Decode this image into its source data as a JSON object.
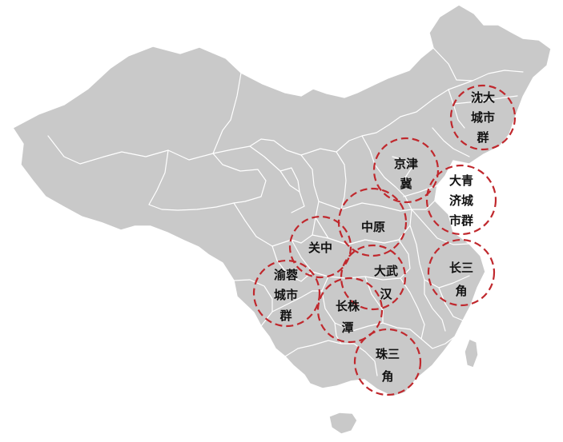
{
  "map": {
    "colors": {
      "land": "#c9c9c9",
      "boundary": "#ffffff",
      "cluster_ring": "#c0282d",
      "label": "#111111"
    },
    "clusters": [
      {
        "id": "shenyang-dalian",
        "lines": [
          "沈大",
          "城市",
          "群"
        ]
      },
      {
        "id": "jing-jin-ji",
        "lines": [
          "京津",
          "冀"
        ]
      },
      {
        "id": "jinan-qingdao",
        "lines": [
          "大青",
          "济城",
          "市群"
        ]
      },
      {
        "id": "zhongyuan",
        "lines": [
          "中原"
        ]
      },
      {
        "id": "guanzhong",
        "lines": [
          "关中"
        ]
      },
      {
        "id": "wuhan",
        "lines": [
          "大武",
          "汉"
        ]
      },
      {
        "id": "yangtze-delta",
        "lines": [
          "长三",
          "角"
        ]
      },
      {
        "id": "chengyu",
        "lines": [
          "渝蓉",
          "城市",
          "群"
        ]
      },
      {
        "id": "changzhutan",
        "lines": [
          "长株",
          "潭"
        ]
      },
      {
        "id": "pearl-delta",
        "lines": [
          "珠三",
          "角"
        ]
      }
    ]
  }
}
